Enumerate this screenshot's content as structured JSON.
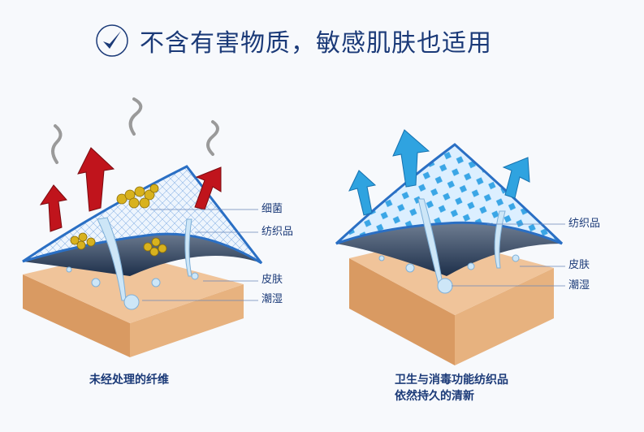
{
  "header": {
    "title": "不含有害物质，敏感肌肤也适用",
    "icon": "check-circle-icon"
  },
  "left_panel": {
    "labels": {
      "bacteria": "细菌",
      "textile": "纺织品",
      "skin": "皮肤",
      "moisture": "潮湿"
    },
    "caption": "未经处理的纤维",
    "arrow_color": "#c0141c"
  },
  "right_panel": {
    "labels": {
      "textile": "纺织品",
      "skin": "皮肤",
      "moisture": "潮湿"
    },
    "caption_line1": "卫生与消毒功能纺织品",
    "caption_line2": "依然持久的清新",
    "arrow_color": "#2fa3e0"
  },
  "colors": {
    "text": "#1b3a78",
    "skin": "#e9b684",
    "fabric": "#2a6fc4"
  }
}
